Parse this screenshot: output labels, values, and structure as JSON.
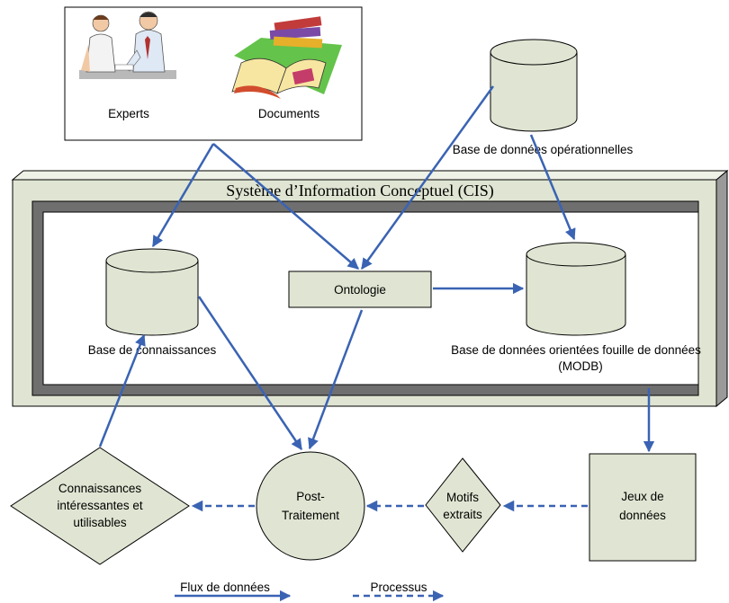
{
  "colors": {
    "flow": "#3a63b3",
    "frame_light": "#dfe5d2",
    "frame_dark": "#6f6f6f",
    "shape_fill": "#dfe5d2",
    "stroke": "#000000"
  },
  "sources": {
    "experts_label": "Experts",
    "documents_label": "Documents",
    "experts_icon": "people-meeting-icon",
    "documents_icon": "books-documents-icon"
  },
  "operational_db": {
    "label": "Base de données opérationnelles"
  },
  "cis": {
    "title": "Système d’Information Conceptuel (CIS)"
  },
  "knowledge_base": {
    "label": "Base de connaissances"
  },
  "ontology": {
    "label": "Ontologie"
  },
  "modb": {
    "label_line1": "Base de données orientées fouille de données",
    "label_line2": "(MODB)"
  },
  "datasets": {
    "line1": "Jeux de",
    "line2": "données"
  },
  "patterns": {
    "line1": "Motifs",
    "line2": "extraits"
  },
  "post_processing": {
    "line1": "Post-",
    "line2": "Traitement"
  },
  "useful_knowledge": {
    "line1": "Connaissances",
    "line2": "intéressantes et",
    "line3": "utilisables"
  },
  "legend": {
    "data_flow": "Flux de données",
    "process": "Processus"
  }
}
